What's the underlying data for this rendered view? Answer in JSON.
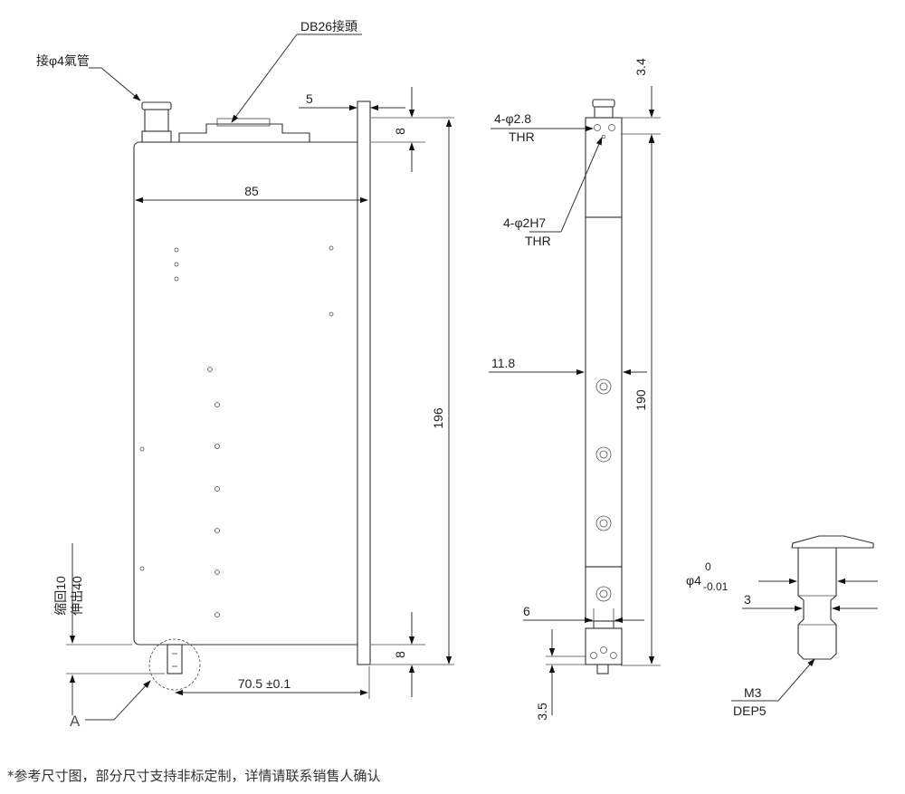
{
  "labels": {
    "air_pipe": "接φ4氣管",
    "connector": "DB26接頭",
    "dim_5": "5",
    "dim_8_top": "8",
    "dim_85": "85",
    "dim_196": "196",
    "stroke_retract": "缩回10",
    "stroke_extend": "伸出40",
    "dim_8_bottom": "8",
    "dim_70_5": "70.5 ±0.1",
    "detail_a": "A",
    "dim_3_4": "3.4",
    "holes_thr": "4-φ2.8",
    "thr_1": "THR",
    "pins": "4-φ2H7",
    "thr_2": "THR",
    "dim_190": "190",
    "dim_11_8": "11.8",
    "dim_6": "6",
    "dim_3_5": "3.5",
    "dia_4": "φ4",
    "tol_upper": "0",
    "tol_lower": "-0.01",
    "dim_3": "3",
    "thread": "M3",
    "depth": "DEP5"
  },
  "footnote": "*参考尺寸图，部分尺寸支持非标定制，详情请联系销售人确认"
}
